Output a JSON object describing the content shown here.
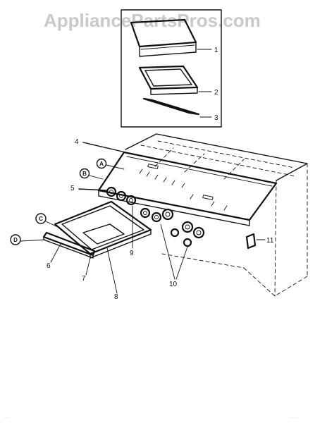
{
  "watermark": "AppliancePartsPros.com",
  "part_numbers": {
    "p1": "1",
    "p2": "2",
    "p3": "3",
    "p4": "4",
    "p5": "5",
    "p6": "6",
    "p7": "7",
    "p8": "8",
    "p9": "9",
    "p10": "10",
    "p11": "11"
  },
  "callouts": {
    "a": "A",
    "b": "B",
    "c": "C",
    "d": "D"
  }
}
